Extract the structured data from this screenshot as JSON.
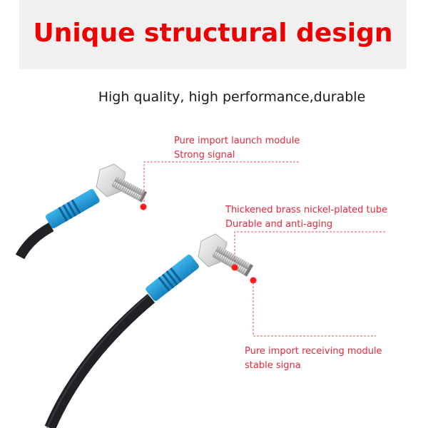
{
  "header": {
    "title": "Unique structural design",
    "title_color": "#ee0000",
    "band_color": "#f0f0f0"
  },
  "subtitle": "High quality, high performance,durable",
  "callouts": [
    {
      "line1": "Pure import launch module",
      "line2": "Strong signal"
    },
    {
      "line1": "Thickened brass nickel-plated tube",
      "line2": "Durable and anti-aging"
    },
    {
      "line1": "Pure import receiving module",
      "line2": "stable signa"
    }
  ],
  "colors": {
    "callout_text": "#e8263a",
    "leader_line": "#e8505f",
    "sleeve_blue": "#1a9ad6",
    "cable_black": "#222428",
    "metal": "#c9c9c9",
    "indicator_dot": "#ff1a1a"
  },
  "product": {
    "name": "Right-angle fiber optic sensor pair",
    "parts": [
      "emitter-head",
      "receiver-head",
      "cable"
    ]
  }
}
